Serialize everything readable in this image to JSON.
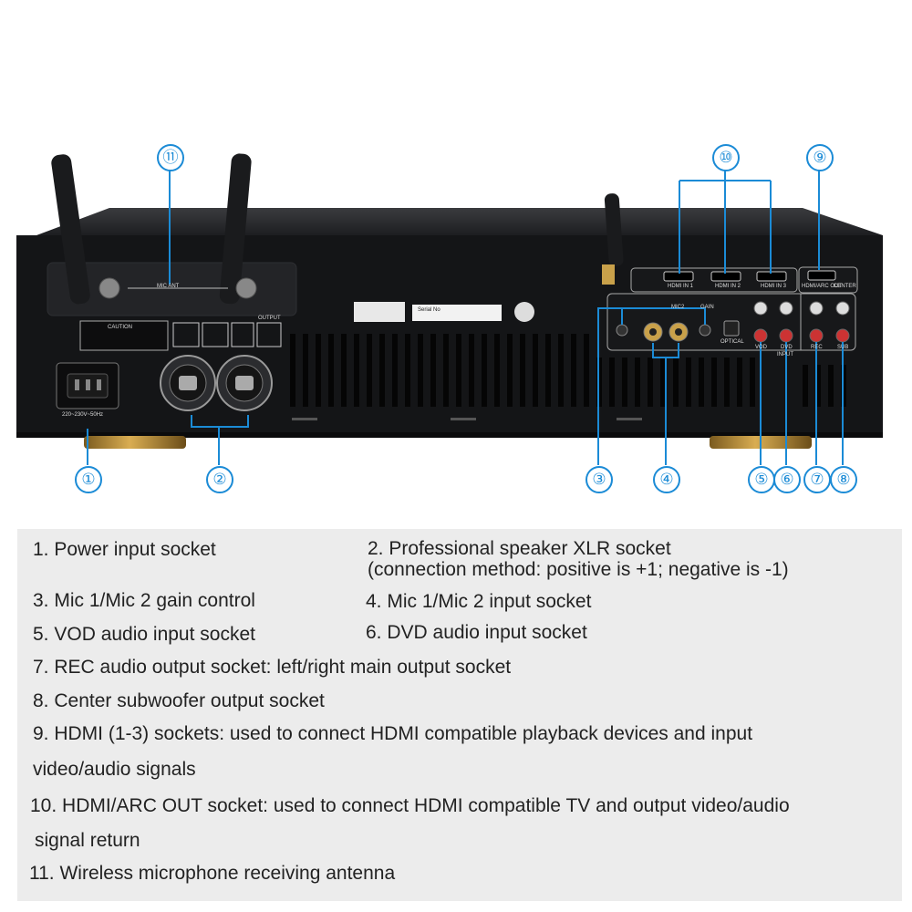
{
  "device": {
    "mic_ant_label": "MIC ANT",
    "power_rating": "220~230V~50Hz",
    "caution_label": "CAUTION",
    "output_label": "OUTPUT",
    "hdmi_in_1": "HDMI IN 1",
    "hdmi_in_2": "HDMI IN 2",
    "hdmi_in_3": "HDMI IN 3",
    "hdmi_arc_out": "HDMI/ARC OUT",
    "center_label": "CENTER",
    "mic2_label": "MIC2",
    "gain_label": "GAIN",
    "optical_label": "OPTICAL",
    "vod_label": "VOD",
    "dvd_label": "DVD",
    "input_label": "INPUT",
    "rec_label": "REC",
    "sub_label": "SUB",
    "serial_label": "Serial No"
  },
  "callouts": [
    "①",
    "②",
    "③",
    "④",
    "⑤",
    "⑥",
    "⑦",
    "⑧",
    "⑨",
    "⑩",
    "⑪"
  ],
  "legend": {
    "item1": "1. Power input socket",
    "item2_line1": "2. Professional speaker XLR socket",
    "item2_line2": "(connection method: positive is +1; negative is -1)",
    "item3": "3. Mic 1/Mic 2 gain control",
    "item4": "4. Mic 1/Mic 2 input socket",
    "item5": "5. VOD audio input socket",
    "item6": "6. DVD audio input socket",
    "item7": "7. REC audio output socket: left/right main output socket",
    "item8": "8. Center subwoofer output socket",
    "item9_line1": "9. HDMI (1-3) sockets: used to connect HDMI compatible playback devices and input",
    "item9_line2": "video/audio signals",
    "item10_line1": "10. HDMI/ARC OUT socket: used to connect HDMI compatible TV and output video/audio",
    "item10_line2": "signal return",
    "item11": "11. Wireless microphone receiving antenna"
  }
}
